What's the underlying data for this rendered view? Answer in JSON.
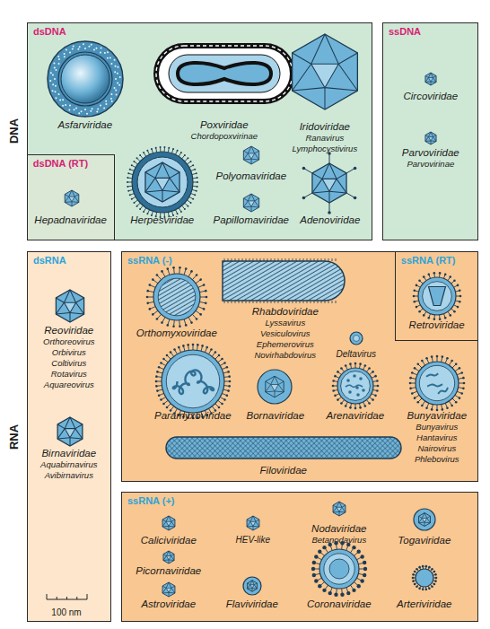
{
  "diagram": {
    "nodes": [
      {
        "text": [
          "dsDNA"
        ]
      },
      {
        "text": [
          "Asfarviridae"
        ],
        "in": 0
      },
      {
        "text": [
          "Poxviridae",
          "Chordopoxvirinae"
        ],
        "in": 0
      },
      {
        "text": [
          "Iridoviridae",
          "Ranavirus Lymphocystivirus"
        ],
        "in": 0
      },
      {
        "text": [
          "dsDNA (RT)"
        ],
        "in": 0
      },
      {
        "text": [
          "Hepadnaviridae"
        ],
        "in": 4
      },
      {
        "text": [
          "Herpesviridae"
        ],
        "in": 0
      },
      {
        "text": [
          "Polyomaviridae"
        ],
        "in": 0
      },
      {
        "text": [
          "Papillomaviridae"
        ],
        "in": 0
      },
      {
        "text": [
          "Adenoviridae"
        ],
        "in": 0
      },
      {
        "text": [
          "ssDNA"
        ]
      },
      {
        "text": [
          "Circoviridae"
        ],
        "in": 10
      },
      {
        "text": [
          "Parvoviridae",
          "Parvovirinae"
        ],
        "in": 10
      },
      {
        "text": [
          "dsRNA"
        ]
      },
      {
        "text": [
          "Reoviridae",
          "Orthoreovirus Orbivirus Coltivirus Rotavirus Aquareovirus"
        ],
        "in": 13
      },
      {
        "text": [
          "Birnaviridae",
          "Aquabirnavirus Avibirnavirus"
        ],
        "in": 13
      },
      {
        "text": [
          "ssRNA (-)"
        ]
      },
      {
        "text": [
          "Orthomyxoviridae"
        ],
        "in": 16
      },
      {
        "text": [
          "Rhabdoviridae",
          "Lyssavirus Vesiculovirus Ephemerovirus Novirhabdovirus"
        ],
        "in": 16
      },
      {
        "text": [
          "ssRNA (RT)"
        ],
        "in": 16
      },
      {
        "text": [
          "Retroviridae"
        ],
        "in": 19
      },
      {
        "text": [
          "Deltavirus"
        ],
        "in": 16
      },
      {
        "text": [
          "Paramyxoviridae"
        ],
        "in": 16
      },
      {
        "text": [
          "Bornaviridae"
        ],
        "in": 16
      },
      {
        "text": [
          "Arenaviridae"
        ],
        "in": 16
      },
      {
        "text": [
          "Bunyaviridae",
          "Bunyavirus Hantavirus Nairovirus Phlebovirus"
        ],
        "in": 16
      },
      {
        "text": [
          "Filoviridae"
        ],
        "in": 16
      },
      {
        "text": [
          "ssRNA (+)"
        ]
      },
      {
        "text": [
          "Caliciviridae"
        ],
        "in": 27
      },
      {
        "text": [
          "HEV-like"
        ],
        "in": 27
      },
      {
        "text": [
          "Nodaviridae",
          "Betanodavirus"
        ],
        "in": 27
      },
      {
        "text": [
          "Togaviridae"
        ],
        "in": 27
      },
      {
        "text": [
          "Picornaviridae"
        ],
        "in": 27
      },
      {
        "text": [
          "Astroviridae"
        ],
        "in": 27
      },
      {
        "text": [
          "Flaviviridae"
        ],
        "in": 27
      },
      {
        "text": [
          "Coronaviridae"
        ],
        "in": 27
      },
      {
        "text": [
          "Arteriviridae"
        ],
        "in": 27
      }
    ],
    "labels": [
      "DNA",
      "RNA",
      "100 nm"
    ]
  }
}
